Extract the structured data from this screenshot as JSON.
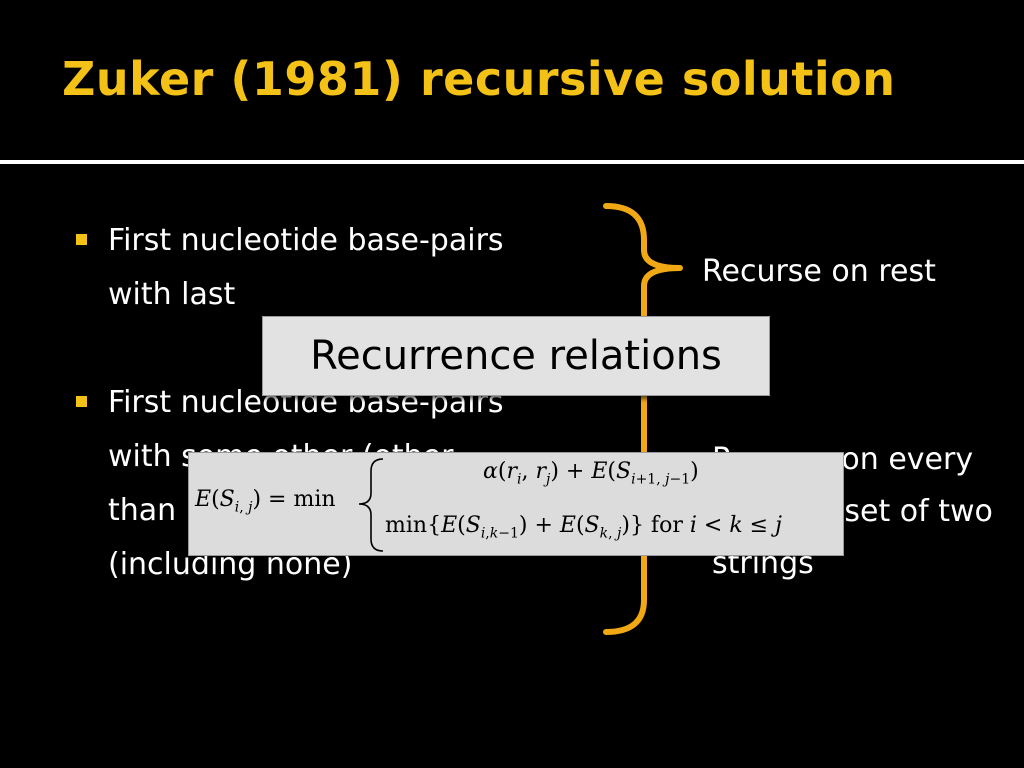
{
  "slide": {
    "title": "Zuker (1981) recursive solution",
    "bullets": [
      "First nucleotide base-pairs with last",
      "First nucleotide base-pairs with some other (other than last) nucleotide (including none)"
    ],
    "annotations": {
      "recurse_rest": "Recurse on rest",
      "recurse_every": "Recurse on every possible set of two strings"
    },
    "overlay_label": "Recurrence relations",
    "formula": {
      "lhs": "E(S_{i,j}) = min",
      "case1": "α(r_i, r_j) + E(S_{i+1, j−1})",
      "case2": "min{E(S_{i,k−1}) + E(S_{k,j})} for i < k ≤ j"
    }
  },
  "colors": {
    "background": "#000000",
    "title": "#f4c216",
    "bullet": "#f4c216",
    "brace": "#f0a814",
    "text": "#ffffff",
    "box": "#e2e2e2"
  }
}
